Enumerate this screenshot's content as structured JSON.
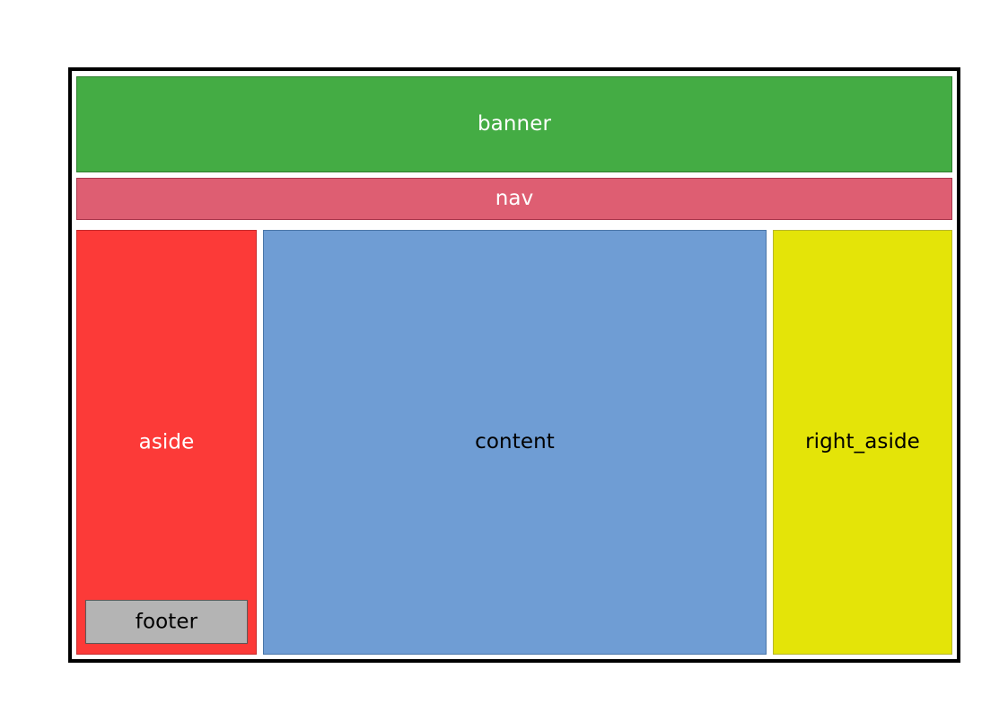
{
  "diagram": {
    "title": "html-page-layout-regions",
    "frame": {
      "border_color": "#000000"
    },
    "regions": [
      {
        "name": "banner",
        "label": "banner",
        "fill": "#44ac44",
        "stroke": "#2f7d2f",
        "text_color": "#ffffff"
      },
      {
        "name": "nav",
        "label": "nav",
        "fill": "#de5e72",
        "stroke": "#a8374d",
        "text_color": "#ffffff"
      },
      {
        "name": "aside",
        "label": "aside",
        "fill": "#fc3a38",
        "stroke": "#c62a2c",
        "text_color": "#ffffff"
      },
      {
        "name": "footer",
        "label": "footer",
        "fill": "#b4b4b4",
        "stroke": "#5a5a5a",
        "text_color": "#000000"
      },
      {
        "name": "content",
        "label": "content",
        "fill": "#6f9dd4",
        "stroke": "#4a76a8",
        "text_color": "#000000"
      },
      {
        "name": "right_aside",
        "label": "right_aside",
        "fill": "#e4e408",
        "stroke": "#b6b62c",
        "text_color": "#000000"
      }
    ]
  }
}
